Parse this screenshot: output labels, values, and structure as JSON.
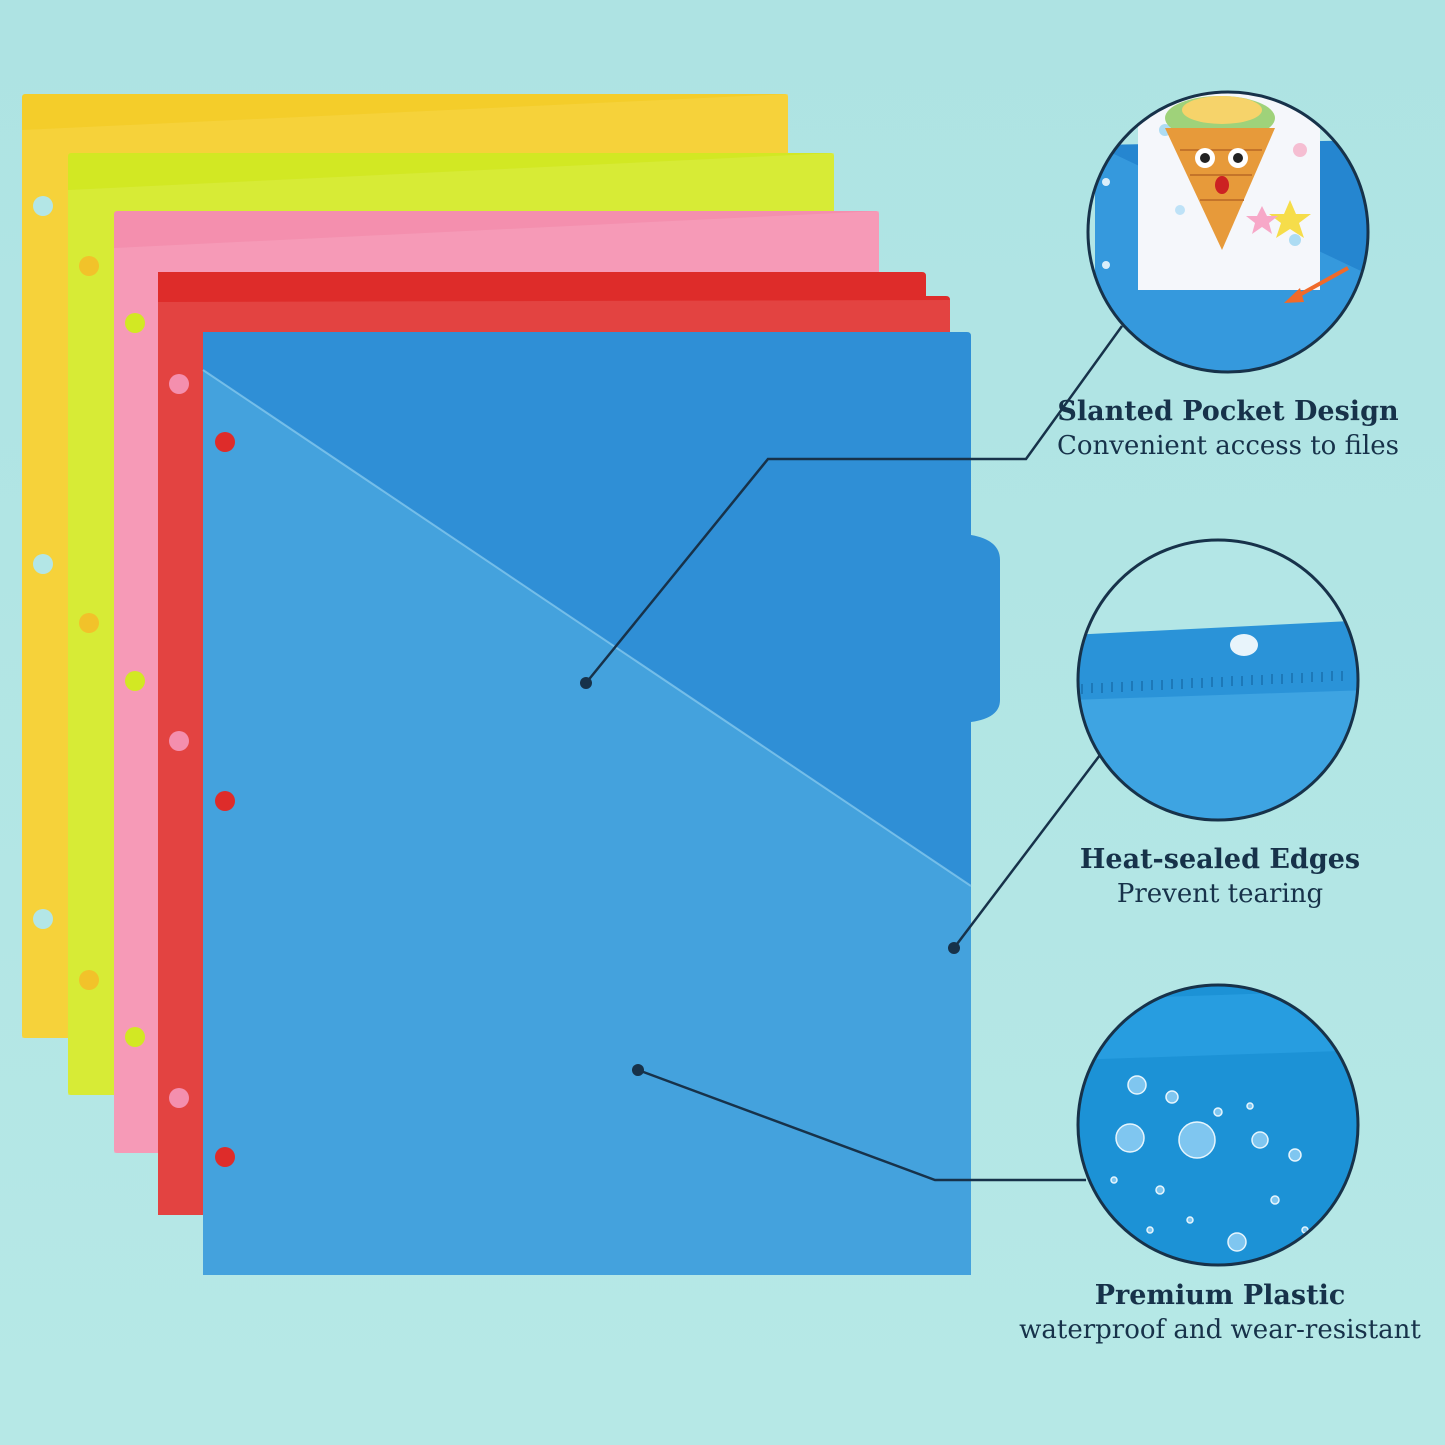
{
  "colors": {
    "background": "#b3e6e6",
    "folder_yellow": "#f4cd2a",
    "folder_lime": "#d2e823",
    "folder_pink": "#f48fae",
    "folder_red": "#de2c2a",
    "folder_blue": "#3f9fdb",
    "callout_line": "#17324a"
  },
  "features": [
    {
      "title": "Slanted Pocket Design",
      "subtitle": "Convenient access to files"
    },
    {
      "title": "Heat-sealed Edges",
      "subtitle": "Prevent tearing"
    },
    {
      "title": "Premium Plastic",
      "subtitle": "waterproof and wear-resistant"
    }
  ],
  "icons": {
    "zoom_1": "pocket-with-drawing-icon",
    "zoom_2": "heat-sealed-edge-icon",
    "zoom_3": "water-droplets-icon",
    "arrow": "orange-arrow-icon"
  }
}
